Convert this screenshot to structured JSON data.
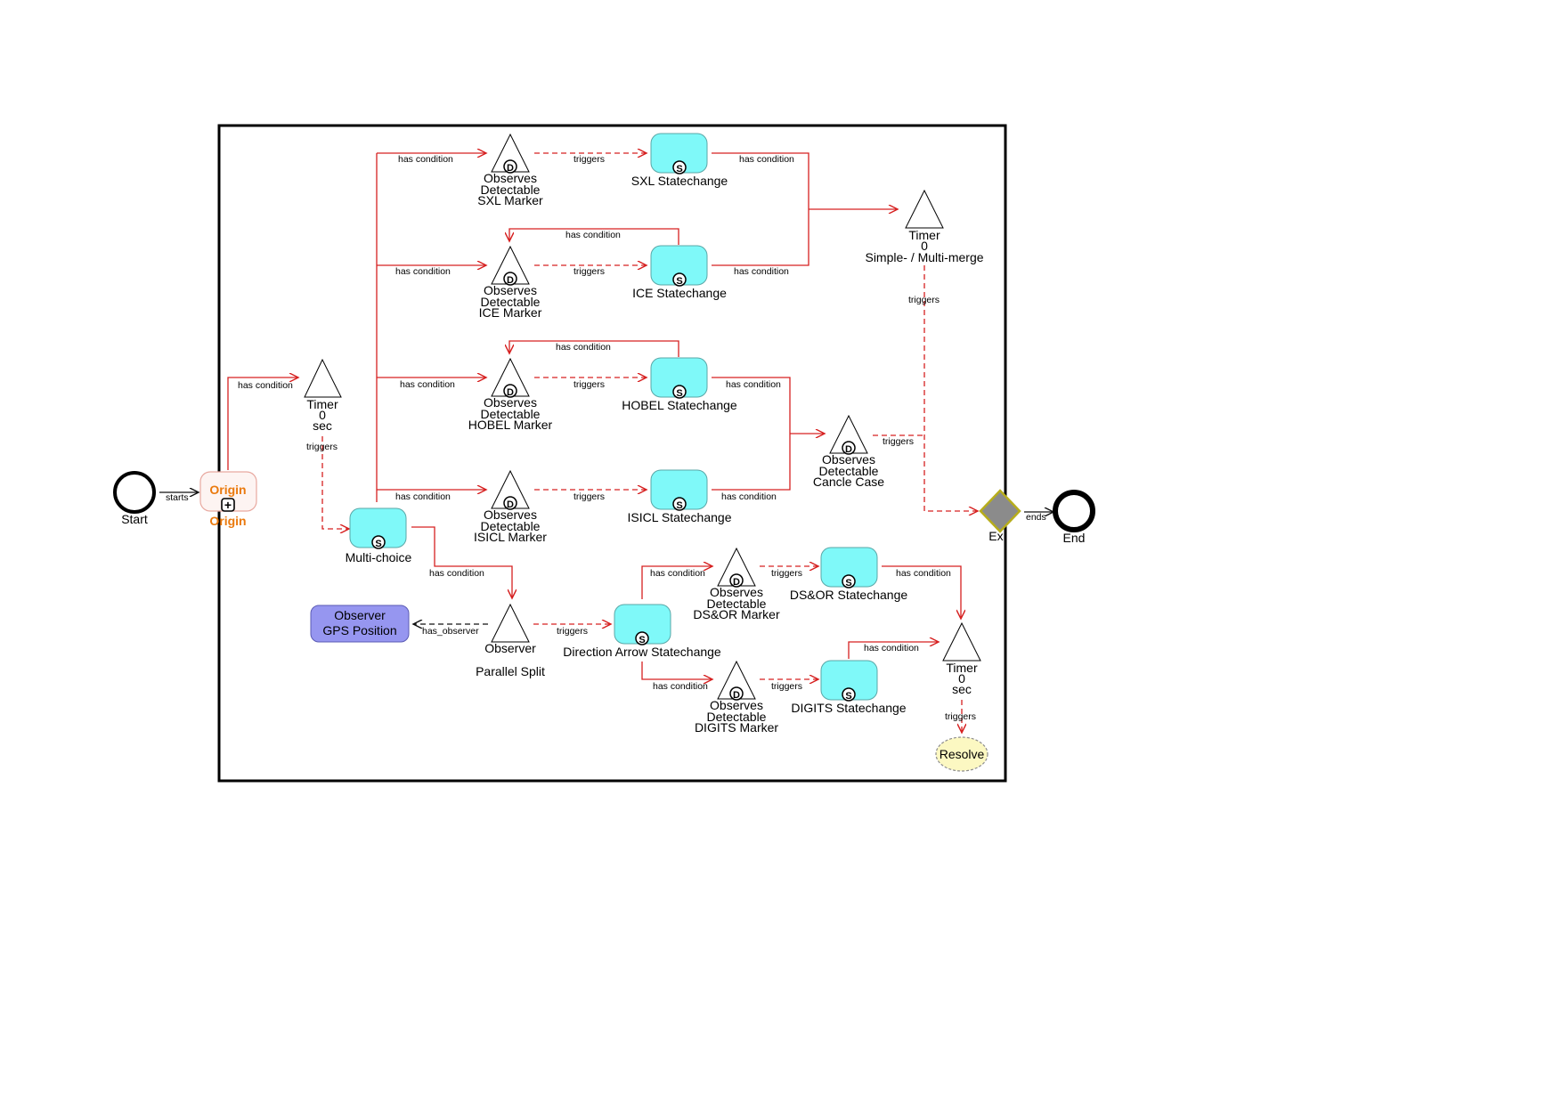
{
  "colors": {
    "edge": "#d62020",
    "edge_black": "#111111",
    "statechange_fill": "#7ff9f9",
    "origin_text": "#ea7a0e",
    "observer_fill": "#9696f0",
    "resolve_fill": "#fcf8c2",
    "exit_fill": "#8b8b8b",
    "exit_border": "#b7ad1b"
  },
  "icons": {
    "start": "start-event-icon",
    "end": "end-event-icon",
    "origin": "origin-subprocess-icon",
    "timer": "timer-triangle-icon",
    "detectable": "observes-detectable-icon",
    "statechange": "statechange-icon",
    "exit": "exit-gateway-icon",
    "resolve": "resolve-burst-icon"
  },
  "events": {
    "start": "Start",
    "end": "End",
    "exit": "Exi",
    "resolve": "Resolve"
  },
  "origin": {
    "top_label": "Origin",
    "bottom_label": "Origin",
    "plus": "+"
  },
  "observer": {
    "box_line1": "Observer",
    "box_line2": "GPS Position",
    "triangle_label": "Observer",
    "split_label": "Parallel Split"
  },
  "badges": {
    "detectable": "D",
    "statechange": "S"
  },
  "timers": {
    "first": [
      "Timer",
      "0",
      "sec"
    ],
    "merge": [
      "Timer",
      "0",
      "Simple- / Multi-merge"
    ],
    "last": [
      "Timer",
      "0",
      "sec"
    ]
  },
  "detectables": {
    "sxl": [
      "Observes",
      "Detectable",
      "SXL Marker"
    ],
    "ice": [
      "Observes",
      "Detectable",
      "ICE Marker"
    ],
    "hobel": [
      "Observes",
      "Detectable",
      "HOBEL Marker"
    ],
    "isicl": [
      "Observes",
      "Detectable",
      "ISICL Marker"
    ],
    "cancel": [
      "Observes",
      "Detectable",
      "Cancle Case"
    ],
    "dsor": [
      "Observes",
      "Detectable",
      "DS&OR Marker"
    ],
    "digits": [
      "Observes",
      "Detectable",
      "DIGITS Marker"
    ]
  },
  "statechanges": {
    "sxl": "SXL Statechange",
    "ice": "ICE Statechange",
    "hobel": "HOBEL Statechange",
    "isicl": "ISICL Statechange",
    "multi": "Multi-choice",
    "arrow": "Direction Arrow Statechange",
    "dsor": "DS&OR Statechange",
    "digits": "DIGITS Statechange"
  },
  "edge_labels": {
    "starts": "starts",
    "ends": "ends",
    "has_condition": "has condition",
    "triggers": "triggers",
    "has_observer": "has_observer"
  }
}
